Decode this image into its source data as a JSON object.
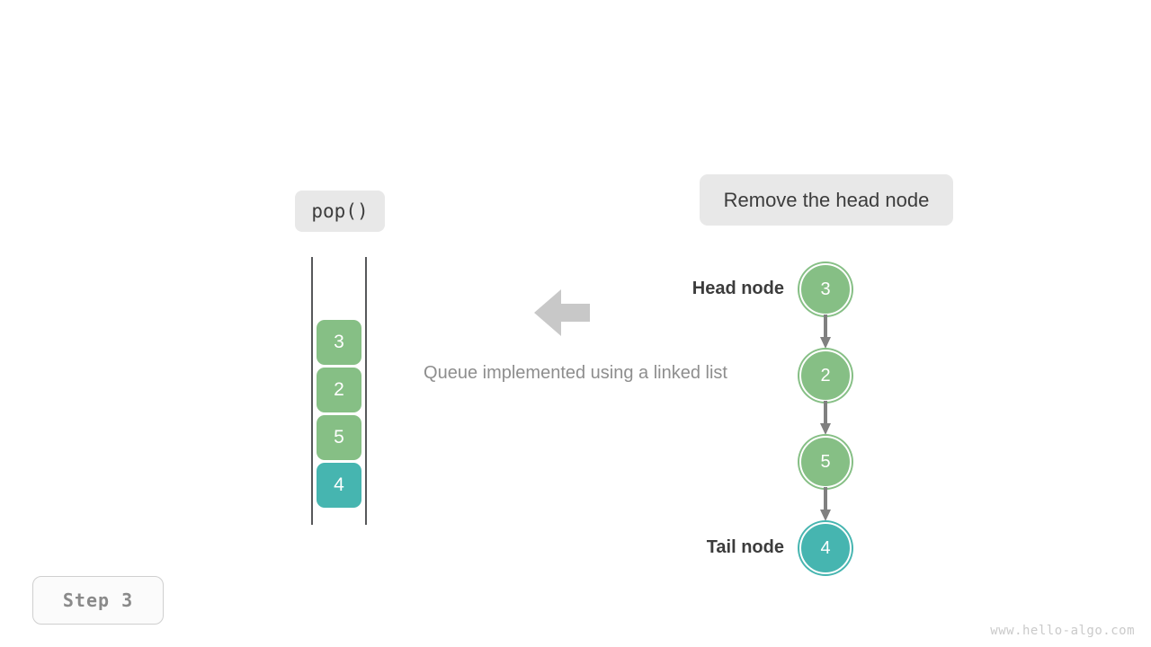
{
  "operation": {
    "label": "pop()"
  },
  "description": {
    "label": "Remove the head node"
  },
  "caption": {
    "text": "Queue implemented using a linked list"
  },
  "queue": {
    "cells": [
      {
        "value": "3",
        "color": "#86bf85"
      },
      {
        "value": "2",
        "color": "#86bf85"
      },
      {
        "value": "5",
        "color": "#86bf85"
      },
      {
        "value": "4",
        "color": "#46b5b0"
      }
    ]
  },
  "linked_list": {
    "nodes": [
      {
        "value": "3",
        "color": "#86bf85"
      },
      {
        "value": "2",
        "color": "#86bf85"
      },
      {
        "value": "5",
        "color": "#86bf85"
      },
      {
        "value": "4",
        "color": "#46b5b0"
      }
    ],
    "head_label": "Head node",
    "tail_label": "Tail node"
  },
  "arrow": {
    "direction": "left",
    "color": "#c8c8c8"
  },
  "step": {
    "label": "Step 3"
  },
  "watermark": {
    "text": "www.hello-algo.com"
  },
  "colors": {
    "green": "#86bf85",
    "teal": "#46b5b0",
    "pill_bg": "#e8e8e8",
    "text_dark": "#3c3c3c",
    "text_muted": "#8e8e8e",
    "arrow_gray": "#808080"
  }
}
